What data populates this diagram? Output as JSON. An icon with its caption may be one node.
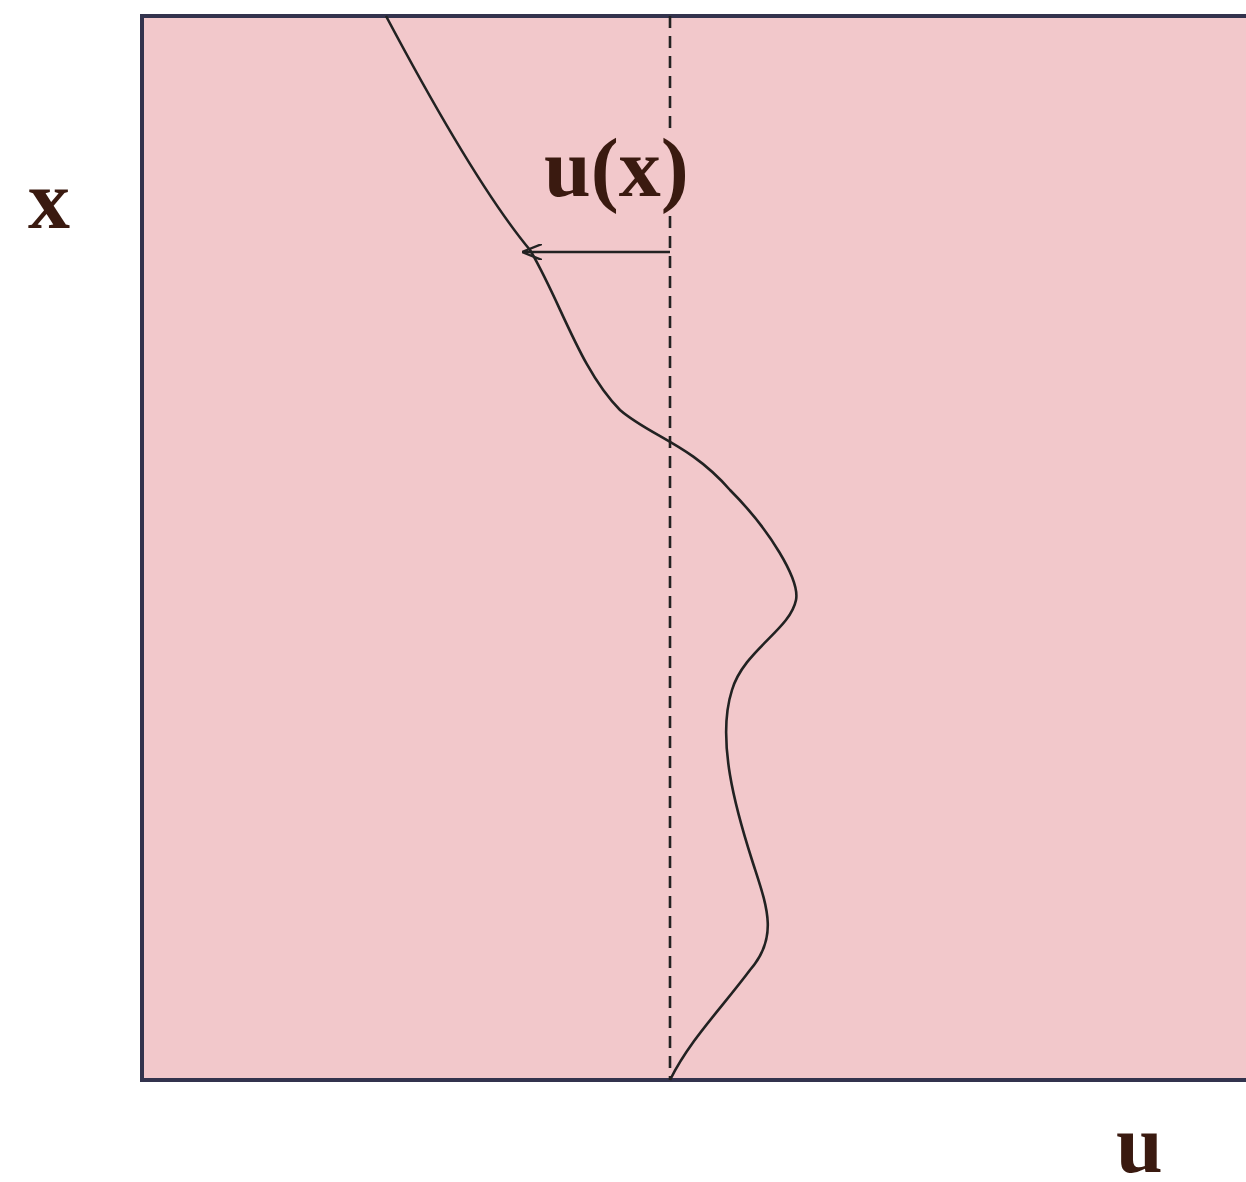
{
  "diagram": {
    "labels": [
      "x",
      "u(x)",
      "u"
    ]
  }
}
